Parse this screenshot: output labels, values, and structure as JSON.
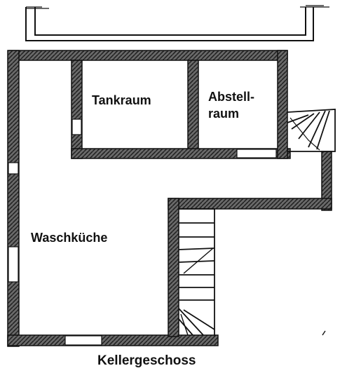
{
  "rooms": {
    "tankraum": "Tankraum",
    "abstellraum_line1": "Abstell-",
    "abstellraum_line2": "raum",
    "waschkueche": "Waschküche"
  },
  "title": "Kellergeschoss"
}
